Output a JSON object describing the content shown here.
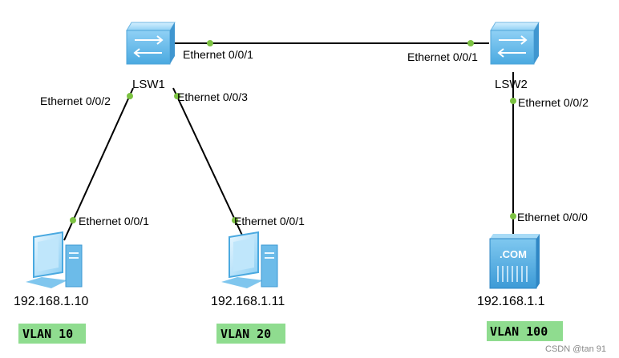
{
  "devices": {
    "lsw1": {
      "label": "LSW1"
    },
    "lsw2": {
      "label": "LSW2"
    },
    "pc1": {
      "ip": "192.168.1.10",
      "vlan": "VLAN 10"
    },
    "pc2": {
      "ip": "192.168.1.11",
      "vlan": "VLAN 20"
    },
    "server": {
      "ip": "192.168.1.1",
      "vlan": "VLAN 100",
      "badge": ".COM"
    }
  },
  "ports": {
    "lsw1_e001": "Ethernet 0/0/1",
    "lsw2_e001": "Ethernet 0/0/1",
    "lsw1_e002": "Ethernet 0/0/2",
    "lsw1_e003": "Ethernet 0/0/3",
    "pc1_e001": "Ethernet 0/0/1",
    "pc2_e001": "Ethernet 0/0/1",
    "lsw2_e002": "Ethernet 0/0/2",
    "server_e000": "Ethernet 0/0/0"
  },
  "colors": {
    "link": "#000000",
    "port_dot": "#7cc242",
    "vlan_bg": "#8fdc8f",
    "device_blue": "#5ab4e8"
  },
  "watermark": "CSDN @tan 91"
}
